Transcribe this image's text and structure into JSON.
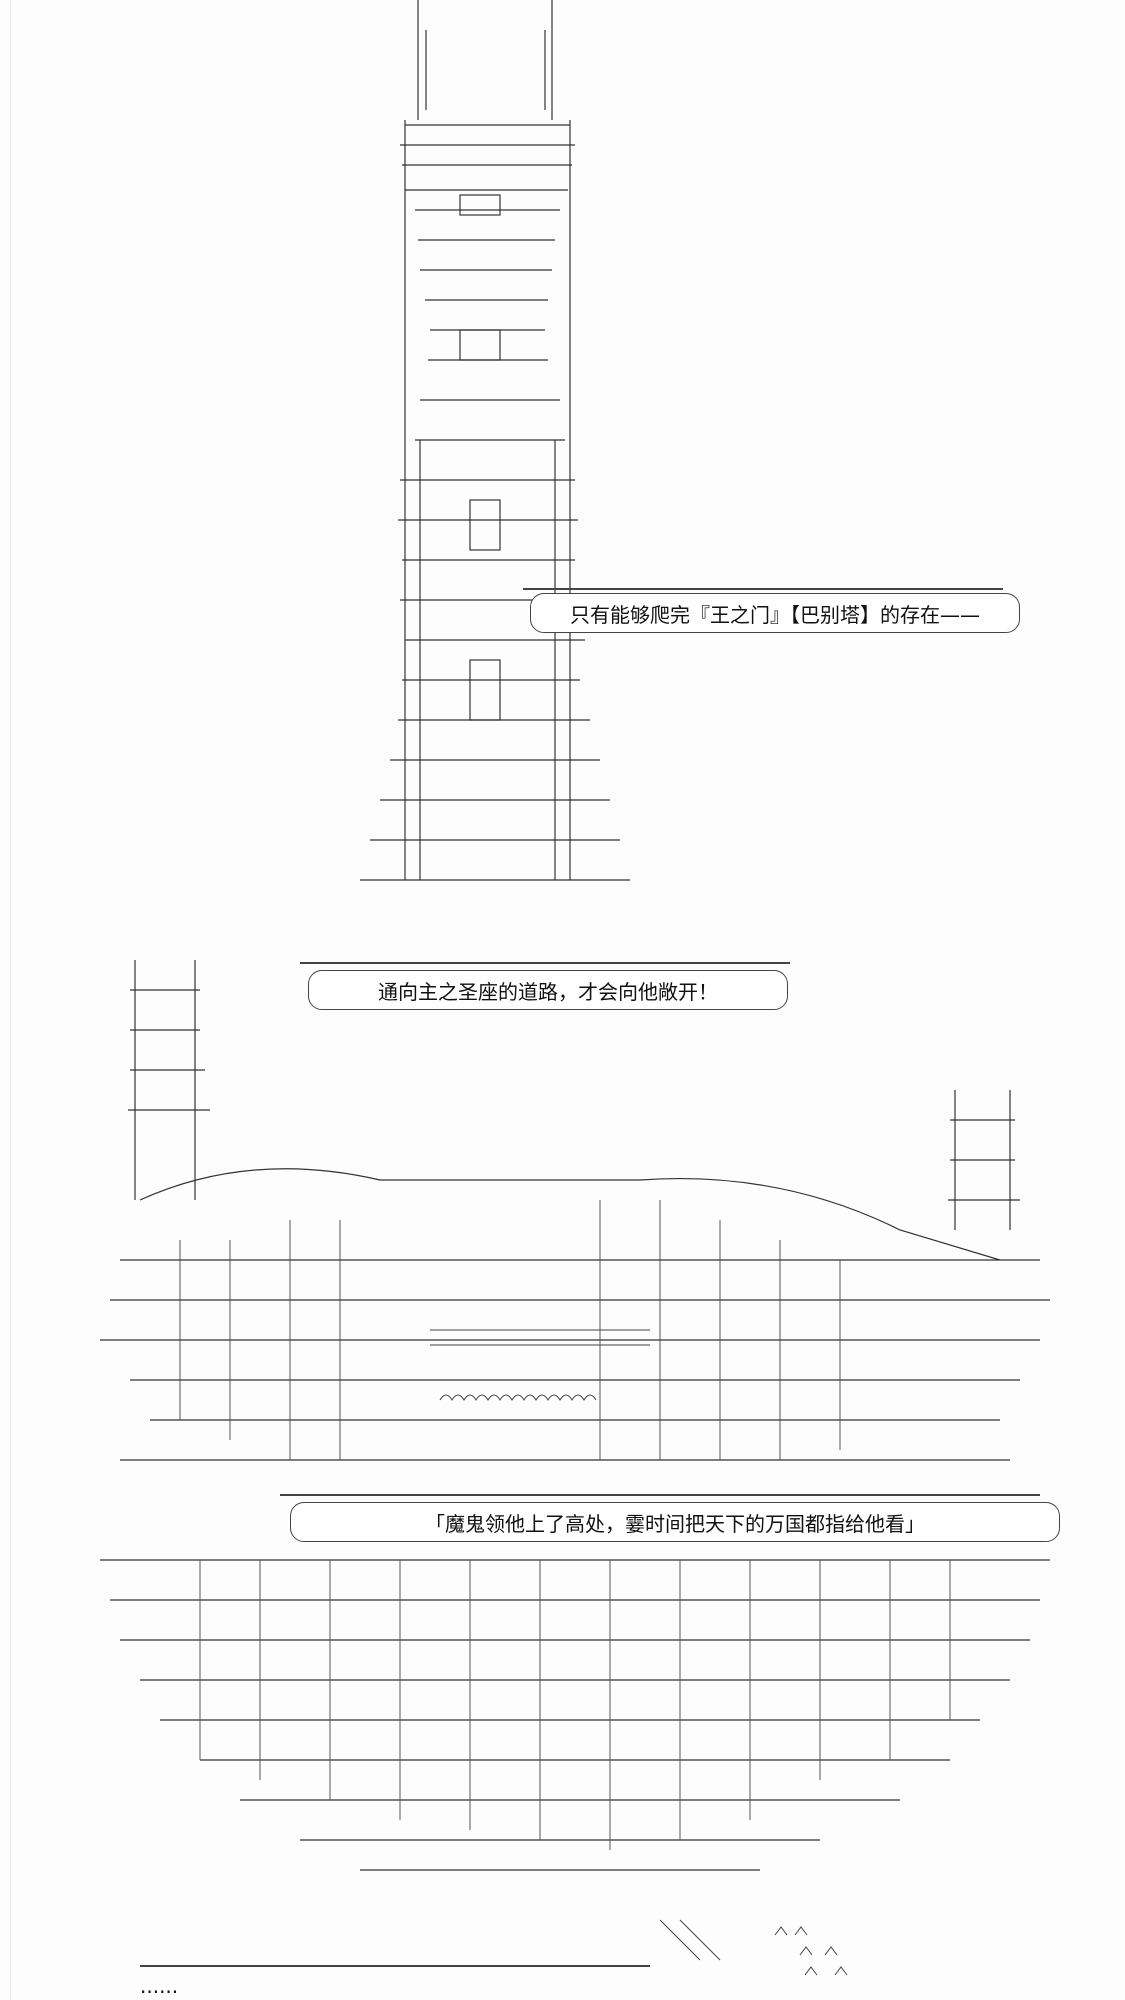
{
  "bubbles": {
    "b1": "只有能够爬完『王之门』【巴别塔】的存在——",
    "b2": "通向主之圣座的道路，才会向他敞开！",
    "b3": "「魔鬼领他上了高处，霎时间把天下的万国都指给他看」"
  },
  "footer": {
    "text": "  ......"
  },
  "colors": {
    "ink": "#333333",
    "paper": "#fdfdfd",
    "bubble_border": "#444444"
  }
}
